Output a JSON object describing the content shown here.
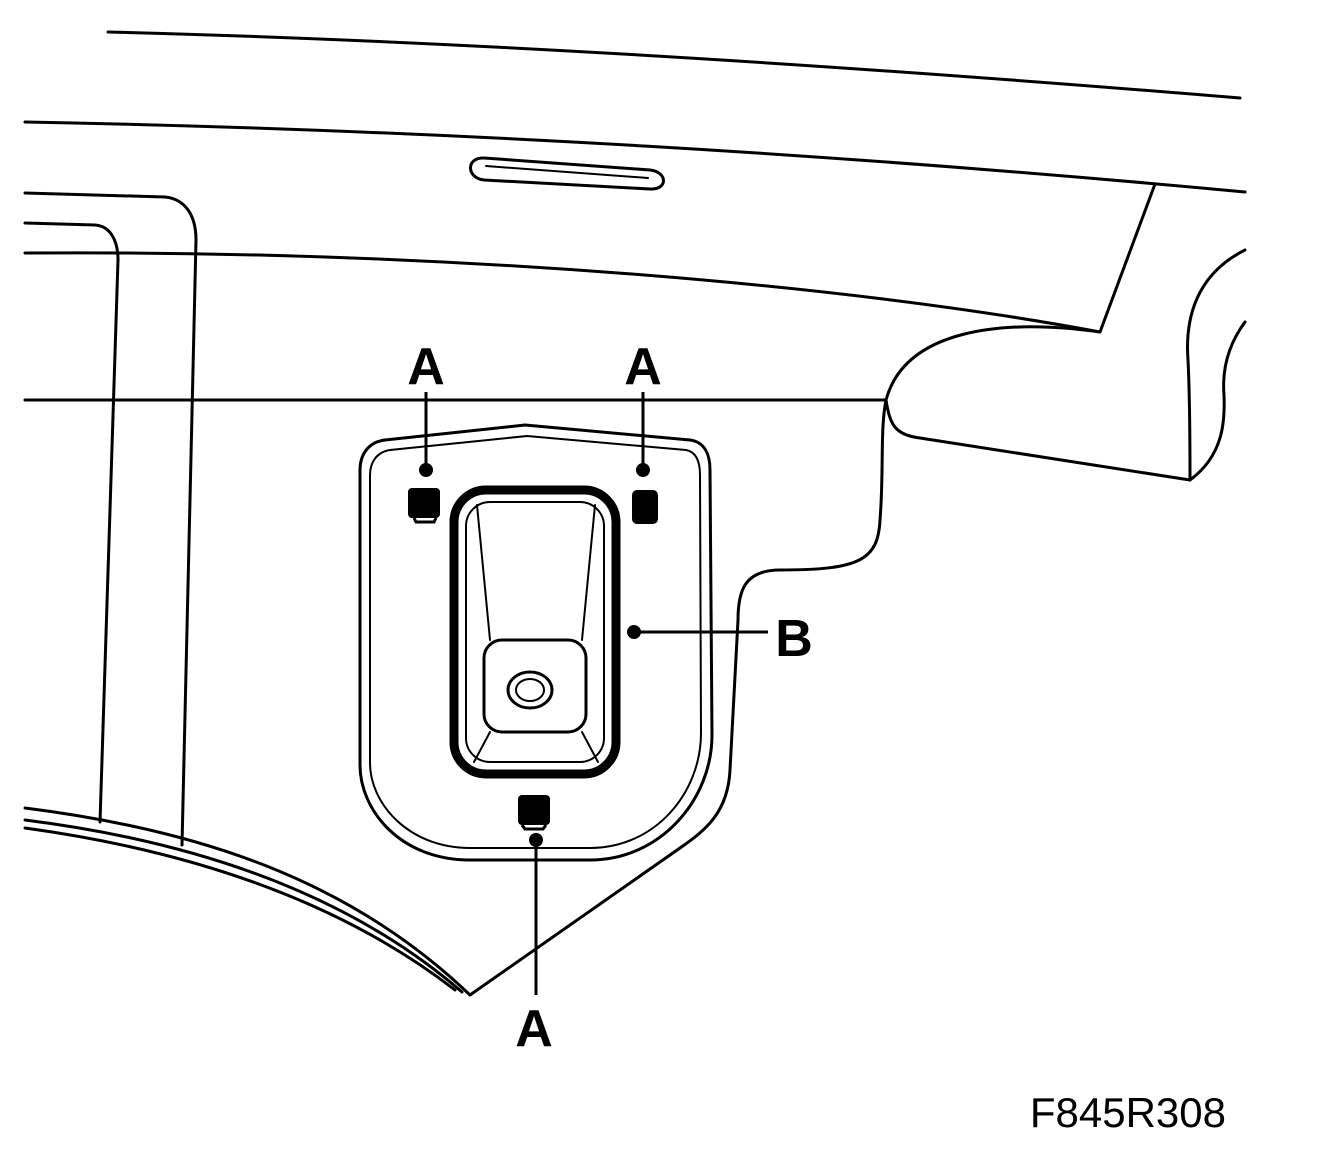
{
  "callouts": {
    "a_top_left": "A",
    "a_top_right": "A",
    "a_bottom": "A",
    "b_side": "B"
  },
  "figure_ref": "F845R308"
}
